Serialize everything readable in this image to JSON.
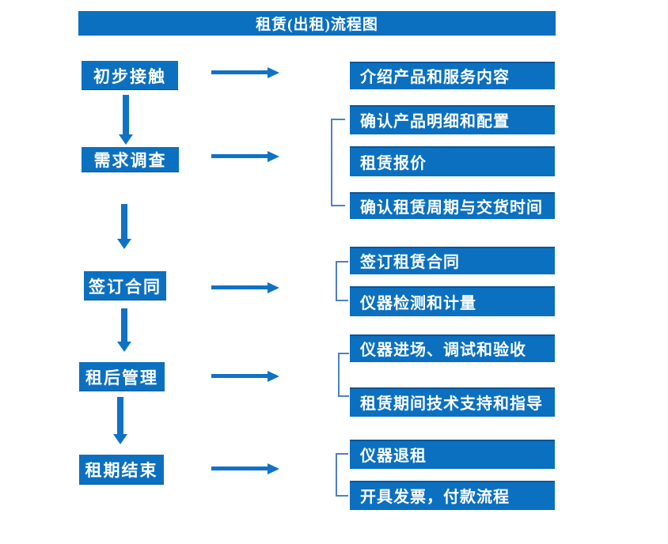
{
  "title": "租赁(出租)流程图",
  "colors": {
    "box_blue": "#0b70c0",
    "arrow_blue": "#0f72c5",
    "bracket_blue": "#4f81bd",
    "text_white": "#ffffff",
    "background": "#ffffff"
  },
  "steps": [
    {
      "label": "初步接触",
      "details": [
        "介绍产品和服务内容"
      ]
    },
    {
      "label": "需求调查",
      "details": [
        "确认产品明细和配置",
        "租赁报价",
        "确认租赁周期与交货时间"
      ]
    },
    {
      "label": "签订合同",
      "details": [
        "签订租赁合同",
        "仪器检测和计量"
      ]
    },
    {
      "label": "租后管理",
      "details": [
        "仪器进场、调试和验收",
        "租赁期间技术支持和指导"
      ]
    },
    {
      "label": "租期结束",
      "details": [
        "仪器退租",
        "开具发票，付款流程"
      ]
    }
  ]
}
